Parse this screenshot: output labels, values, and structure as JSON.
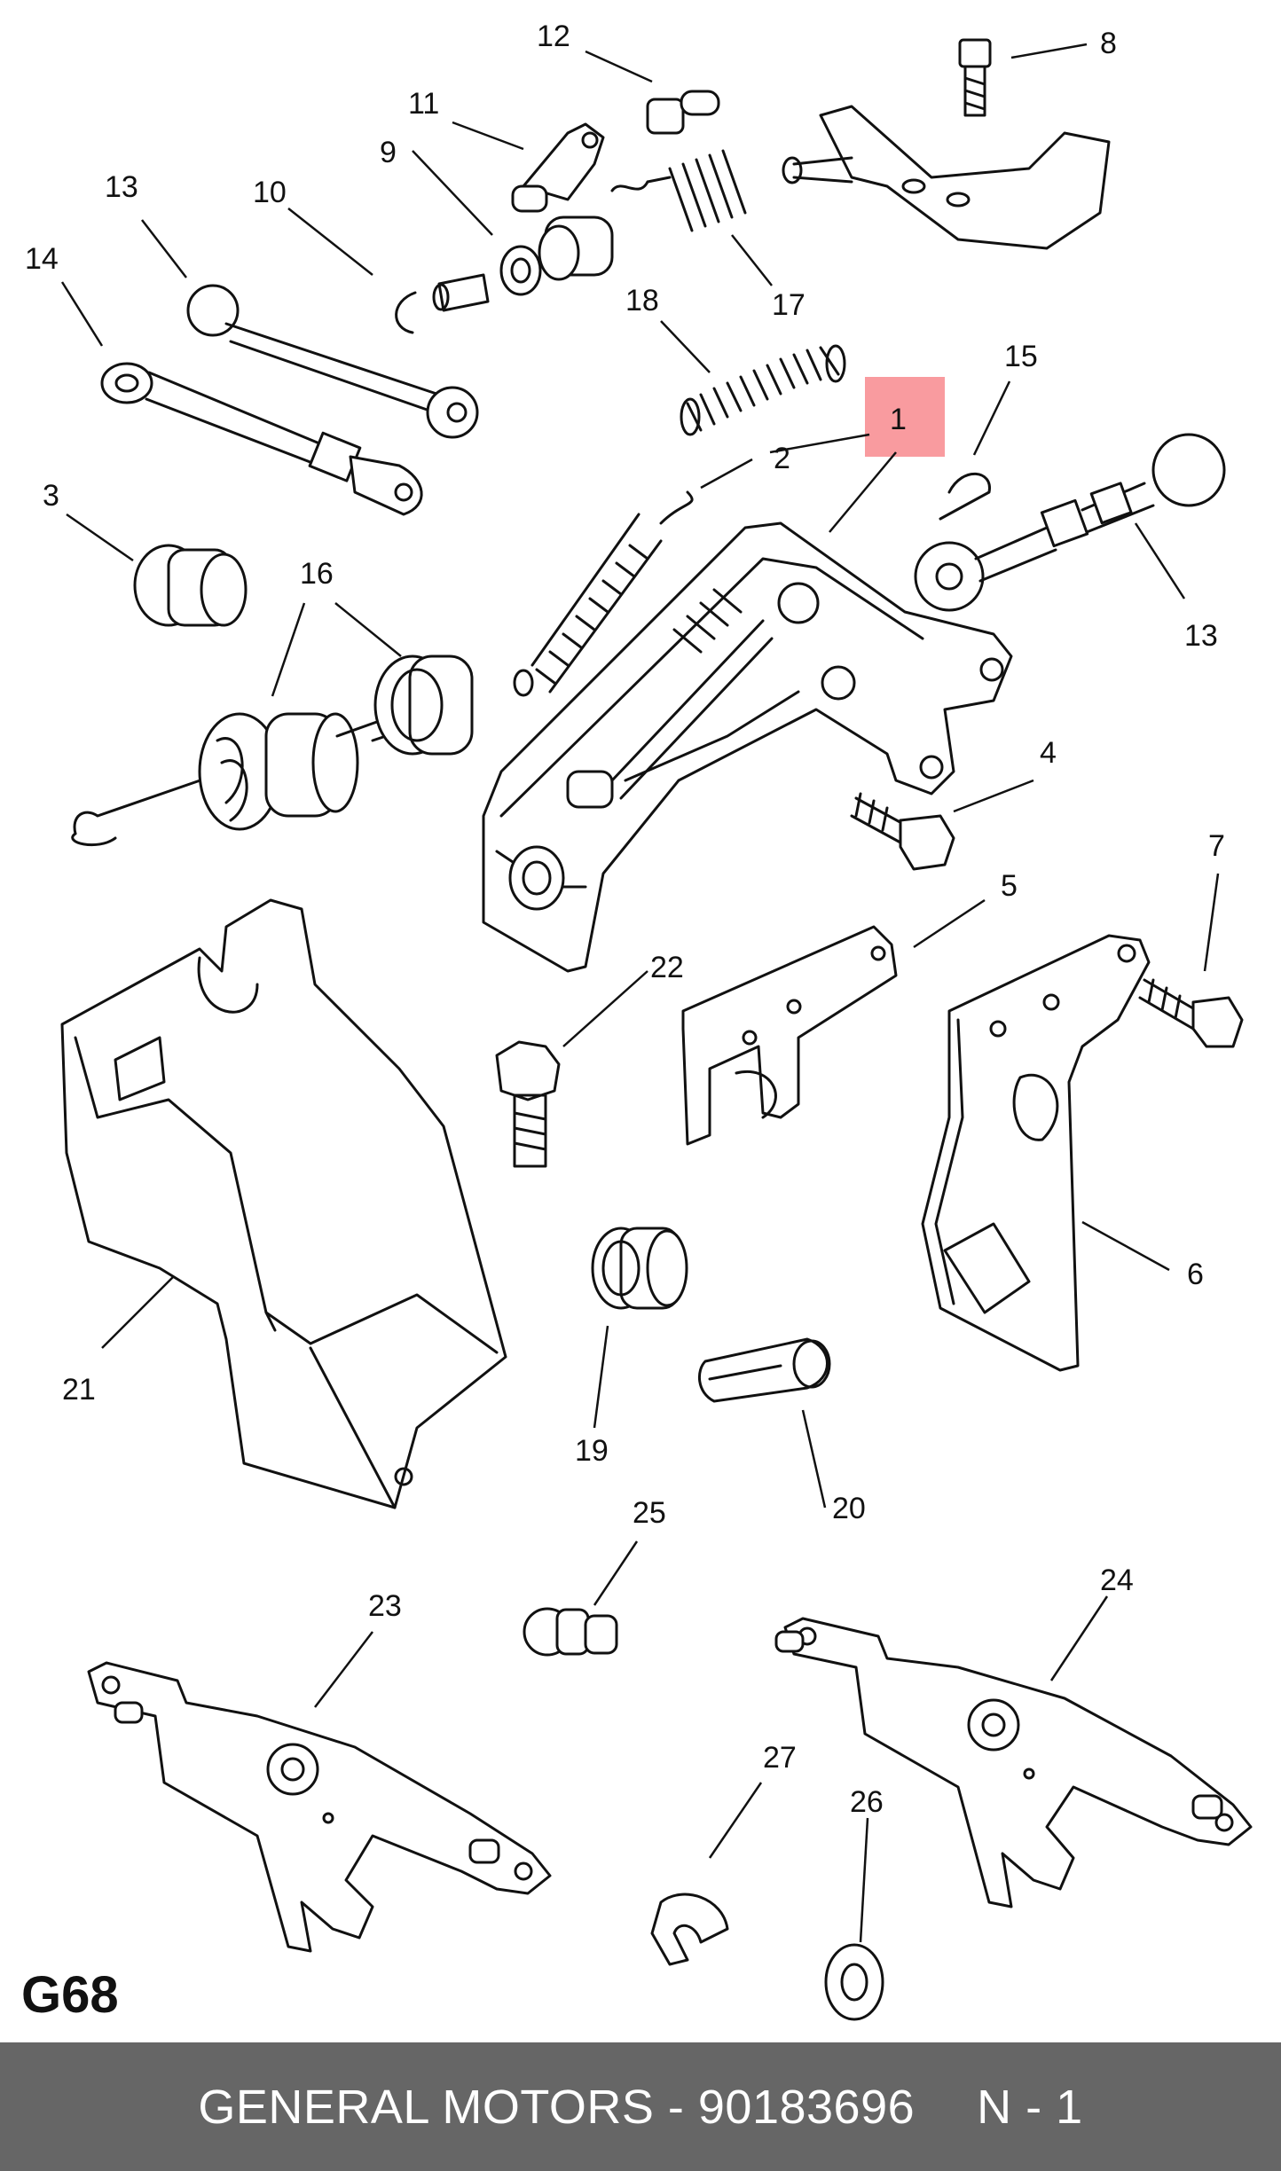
{
  "figure_code": "G68",
  "footer": {
    "brand_part": "GENERAL MOTORS - 90183696",
    "position": "N - 1"
  },
  "highlight_color": "#f88a8e",
  "callouts": {
    "c1": "1",
    "c2": "2",
    "c3": "3",
    "c4": "4",
    "c5": "5",
    "c6": "6",
    "c7": "7",
    "c8": "8",
    "c9": "9",
    "c10": "10",
    "c11": "11",
    "c12": "12",
    "c13a": "13",
    "c13b": "13",
    "c14": "14",
    "c15": "15",
    "c16": "16",
    "c17": "17",
    "c18": "18",
    "c19": "19",
    "c20": "20",
    "c21": "21",
    "c22": "22",
    "c23": "23",
    "c24": "24",
    "c25": "25",
    "c26": "26",
    "c27": "27"
  }
}
